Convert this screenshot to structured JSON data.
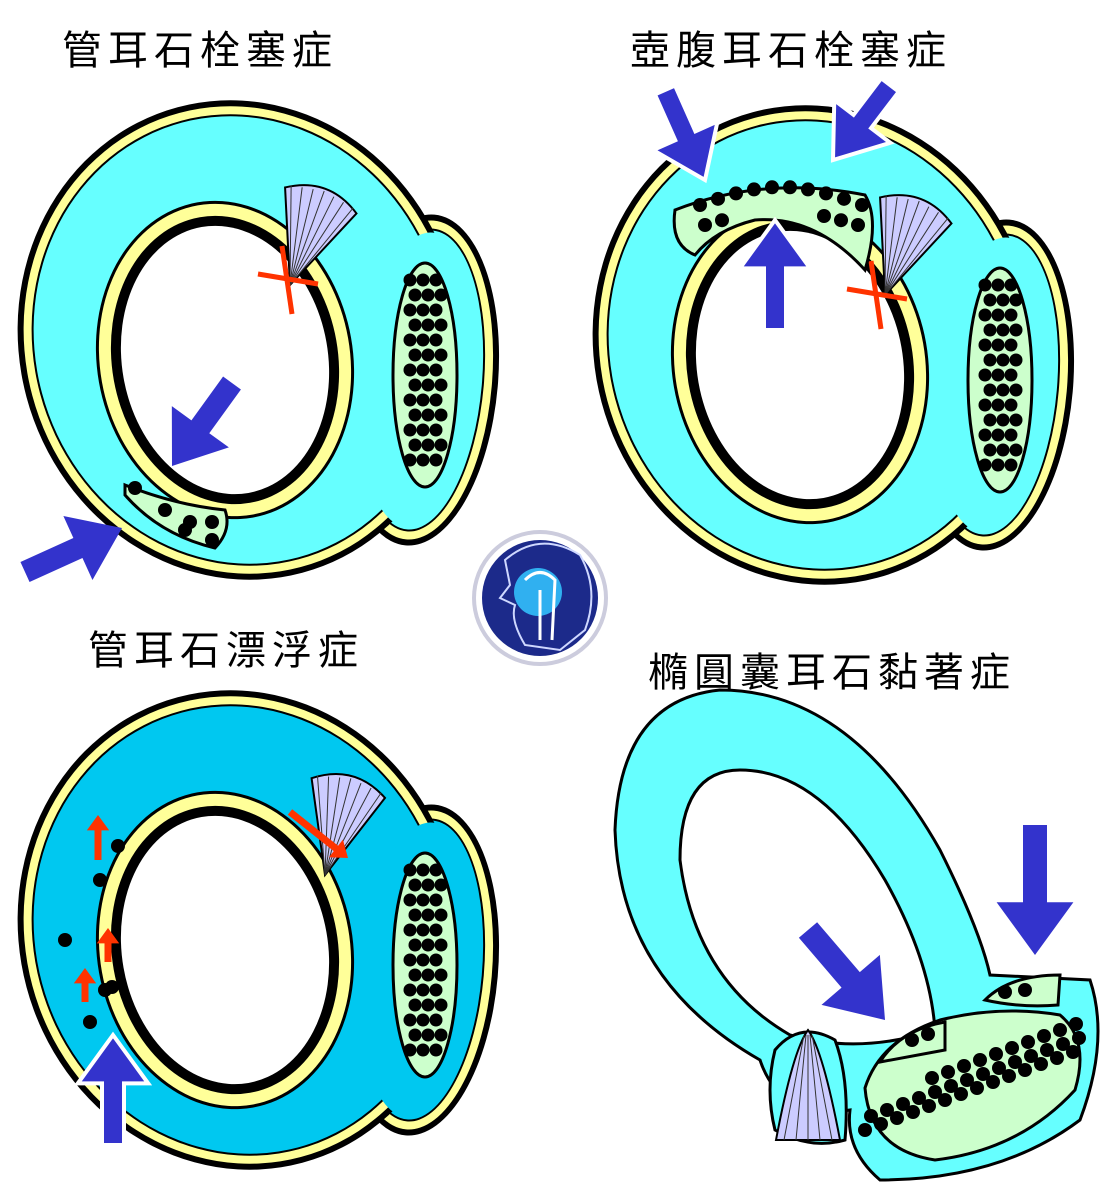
{
  "titles": {
    "top_left": "管耳石栓塞症",
    "top_right": "壺腹耳石栓塞症",
    "bottom_left": "管耳石漂浮症",
    "bottom_right": "橢圓囊耳石黏著症"
  },
  "colors": {
    "endolymph": "#66FFFF",
    "endolymph_dark": "#00C8F0",
    "bone_layer": "#FFFF99",
    "otolith_sac": "#CCFFCC",
    "cupula": "#CCCCFF",
    "arrow_blue": "#3333CC",
    "arrow_red": "#FF3300"
  },
  "logo": {
    "icon": "head-vestibular-logo-icon"
  }
}
